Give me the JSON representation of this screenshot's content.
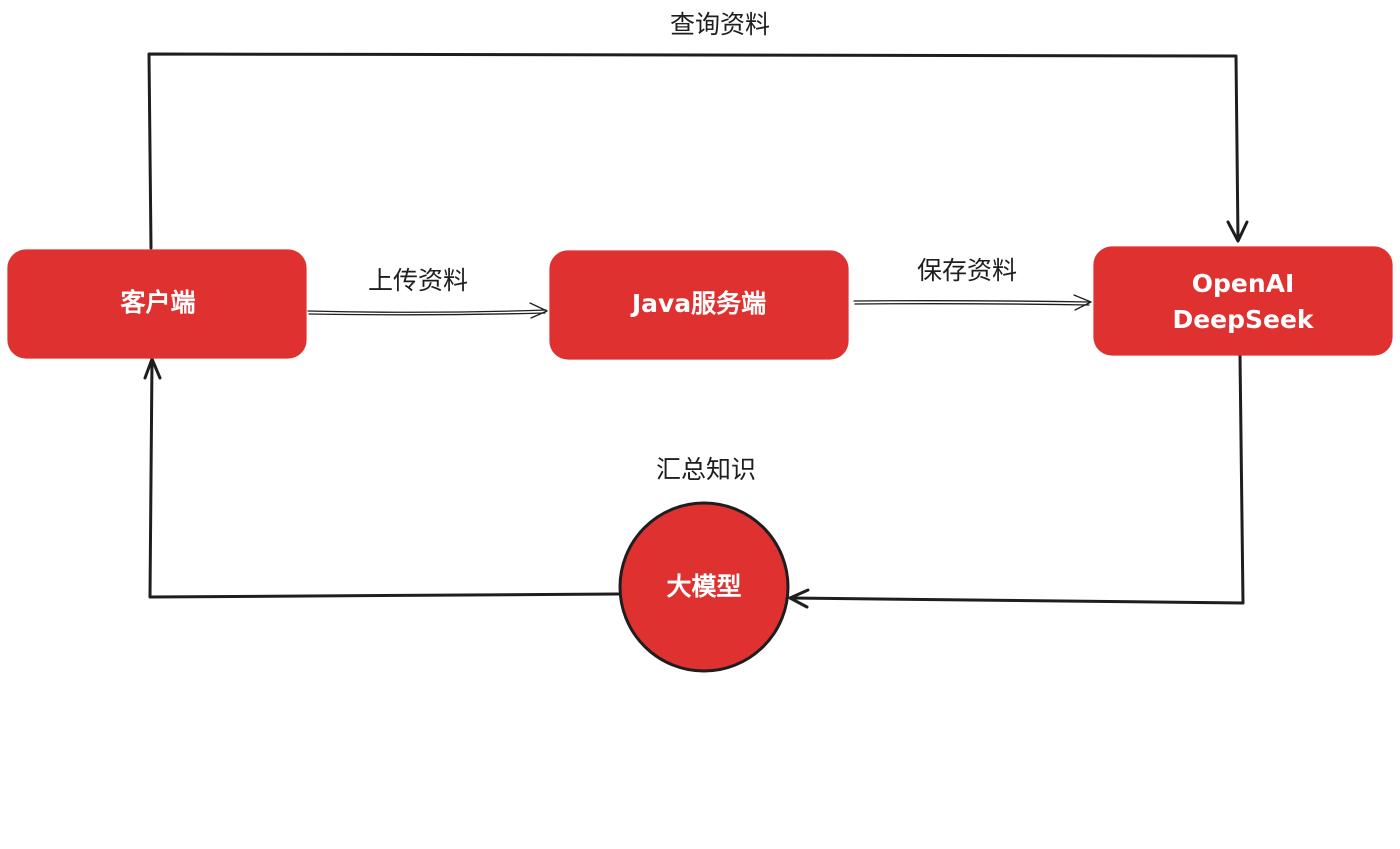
{
  "colors": {
    "node_fill": "#e03131",
    "node_text": "#ffffff",
    "stroke": "#1e1e1e",
    "background": "#ffffff"
  },
  "nodes": {
    "client": {
      "label": "客户端"
    },
    "java_server": {
      "label": "Java服务端"
    },
    "openai": {
      "line1": "OpenAI",
      "line2": "DeepSeek"
    },
    "llm": {
      "label": "大模型"
    }
  },
  "edges": {
    "query": {
      "label": "查询资料"
    },
    "upload": {
      "label": "上传资料"
    },
    "save": {
      "label": "保存资料"
    },
    "summarize": {
      "label": "汇总知识"
    }
  }
}
